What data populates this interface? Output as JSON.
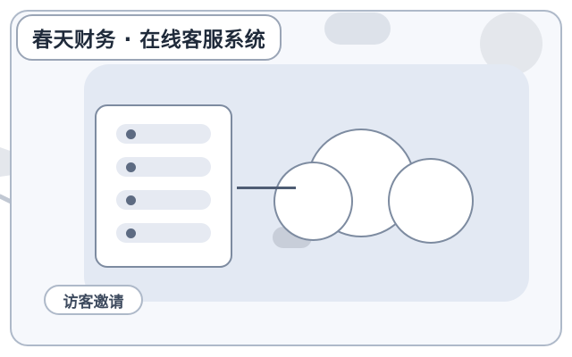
{
  "header": {
    "title": "春天财务 · 在线客服系统"
  },
  "actions": {
    "invite_label": "访客邀请"
  },
  "colors": {
    "frame_border": "#aeb9c9",
    "panel_background": "#e3e9f3",
    "outline": "#7d8ba0",
    "title_text": "#1f2a3a",
    "accent_dot": "#5d6b82"
  },
  "illustration": {
    "server_icon": "server-rack-icon",
    "cloud_icon": "cloud-icon",
    "server_rows": 4
  }
}
